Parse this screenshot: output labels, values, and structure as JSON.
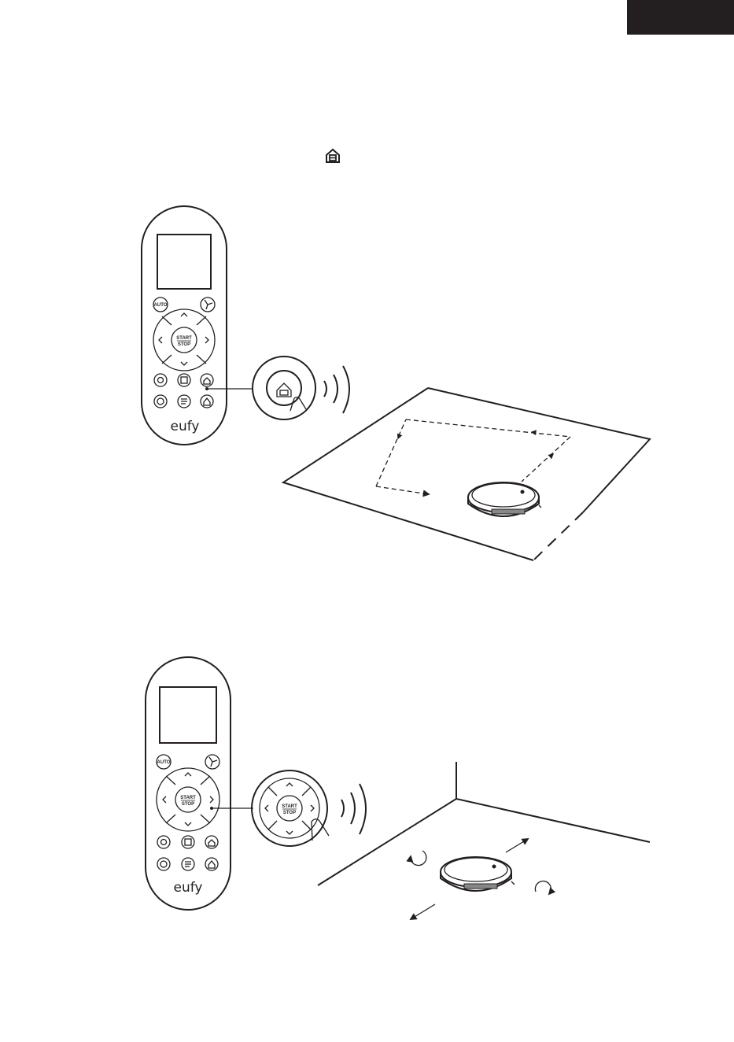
{
  "colors": {
    "ink": "#231f20",
    "paper": "#ffffff"
  },
  "icons": {
    "inline": "spot-clean-icon",
    "remote_buttons": [
      "auto",
      "fan-speed-icon",
      "up-arrow-icon",
      "left-arrow-icon",
      "right-arrow-icon",
      "down-arrow-icon",
      "start-stop",
      "edge-clean-icon",
      "spot-clean-icon",
      "schedule-icon",
      "clock-icon",
      "water-tank-icon",
      "home-dock-icon"
    ]
  },
  "remote": {
    "auto_label": "AUTO",
    "start_label": "START",
    "stop_label": "STOP",
    "logo": "eufy"
  }
}
